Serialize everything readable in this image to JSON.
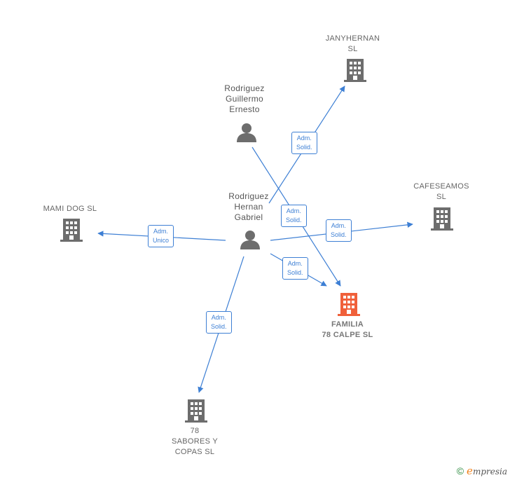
{
  "nodes": {
    "janyhernan": {
      "label": "JANYHERNAN\nSL"
    },
    "guillermo": {
      "label": "Rodriguez\nGuillermo\nErnesto"
    },
    "hernan": {
      "label": "Rodriguez\nHernan\nGabriel"
    },
    "cafeseamos": {
      "label": "CAFESEAMOS\nSL"
    },
    "mamidog": {
      "label": "MAMI DOG  SL"
    },
    "familia": {
      "label": "FAMILIA\n78 CALPE  SL"
    },
    "sabores": {
      "label": "78\nSABORES Y\nCOPAS  SL"
    }
  },
  "edges": {
    "hernan_janyhernan": "Adm.\nSolid.",
    "guillermo_familia": "Adm.\nSolid.",
    "hernan_cafeseamos": "Adm.\nSolid.",
    "hernan_mamidog": "Adm.\nUnico",
    "hernan_familia": "Adm.\nSolid.",
    "hernan_sabores": "Adm.\nSolid."
  },
  "colors": {
    "edge": "#3d7fd4",
    "company": "#6d6d6d",
    "focus": "#f0603a",
    "person": "#6d6d6d"
  },
  "footer": {
    "copyright": "©",
    "brand_initial": "e",
    "brand_rest": "mpresia"
  }
}
